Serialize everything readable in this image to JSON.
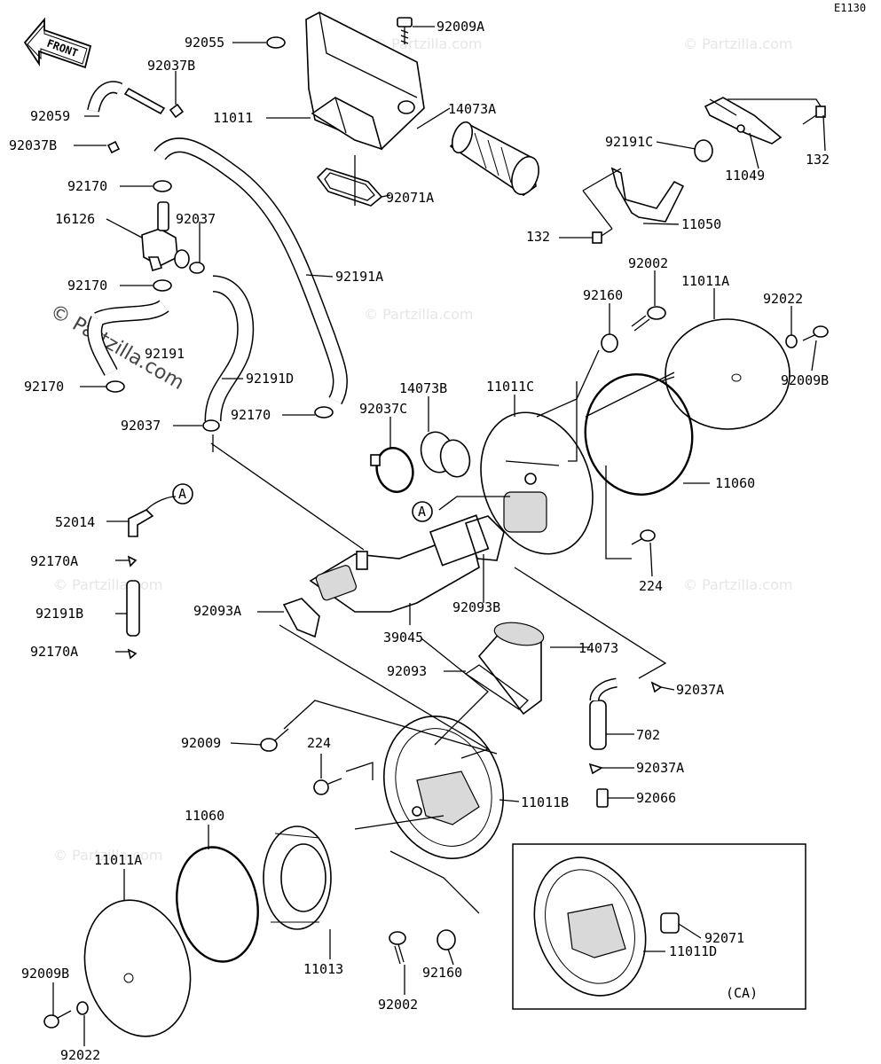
{
  "diagram_code": "E1130",
  "front_label": "FRONT",
  "watermark": "© Partzilla.com",
  "ca_label": "(CA)",
  "parts": {
    "p92055": "92055",
    "p92009A": "92009A",
    "p92037B_top": "92037B",
    "p92059": "92059",
    "p11011": "11011",
    "p14073A": "14073A",
    "p92037B_mid": "92037B",
    "p92170_a": "92170",
    "p92071A": "92071A",
    "p16126": "16126",
    "p92037_a": "92037",
    "p92191A": "92191A",
    "p92170_b": "92170",
    "p92191": "92191",
    "p92170_c": "92170",
    "p92191D": "92191D",
    "p92037_b": "92037",
    "p92170_d": "92170",
    "p92191C": "92191C",
    "p11049": "11049",
    "p132_a": "132",
    "p132_b": "132",
    "p11050": "11050",
    "p92002_a": "92002",
    "p11011A_a": "11011A",
    "p92160_a": "92160",
    "p92022_a": "92022",
    "p92009B_a": "92009B",
    "p14073B": "14073B",
    "p11011C": "11011C",
    "p92037C": "92037C",
    "p11060_a": "11060",
    "callout_A1": "A",
    "callout_A2": "A",
    "p52014": "52014",
    "p92170A_a": "92170A",
    "p92191B": "92191B",
    "p92170A_b": "92170A",
    "p224_a": "224",
    "p92093A": "92093A",
    "p92093B": "92093B",
    "p39045": "39045",
    "p14073": "14073",
    "p92093": "92093",
    "p92037A_a": "92037A",
    "p702": "702",
    "p92037A_b": "92037A",
    "p92009": "92009",
    "p224_b": "224",
    "p11011B": "11011B",
    "p92066": "92066",
    "p11060_b": "11060",
    "p11011A_b": "11011A",
    "p92071": "92071",
    "p11011D": "11011D",
    "p11013": "11013",
    "p92009B_b": "92009B",
    "p92002_b": "92002",
    "p92160_b": "92160",
    "p92022_b": "92022"
  }
}
